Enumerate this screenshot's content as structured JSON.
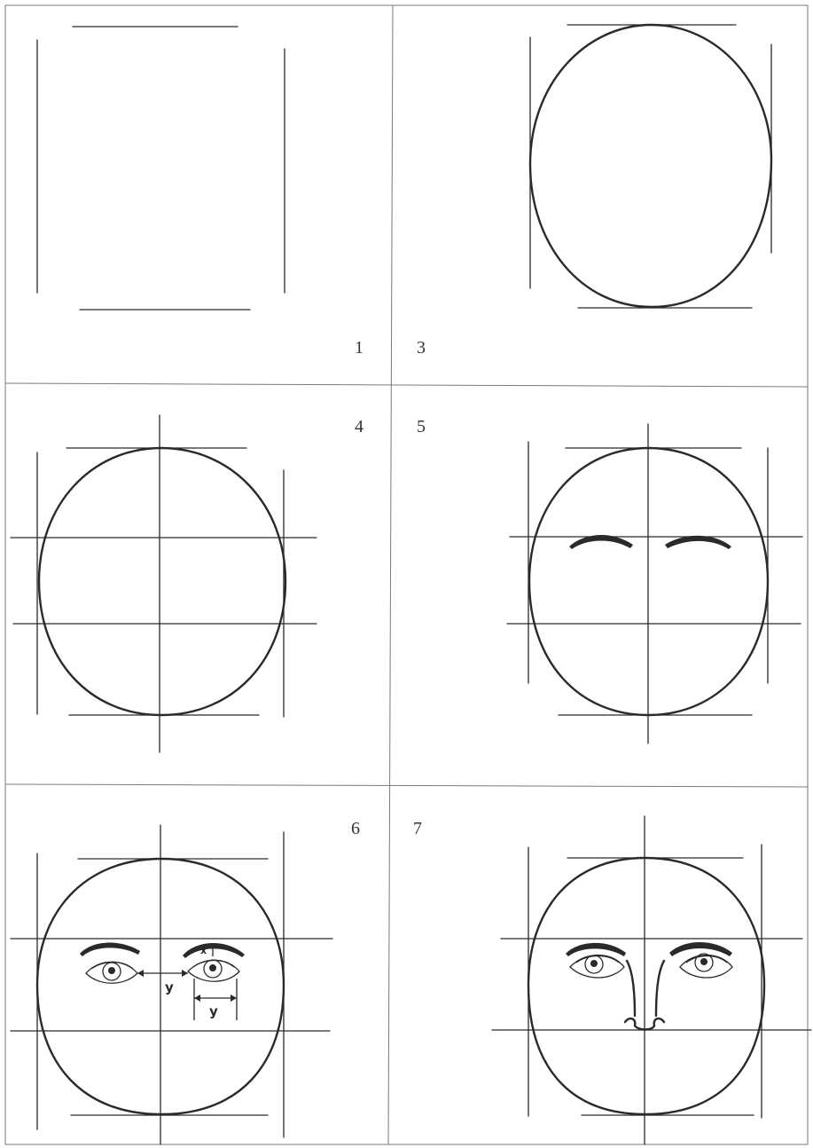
{
  "panels": [
    {
      "number": "1"
    },
    {
      "number": "3"
    },
    {
      "number": "4"
    },
    {
      "number": "5"
    },
    {
      "number": "6"
    },
    {
      "number": "7"
    }
  ],
  "measurements": {
    "eye_gap_label": "y",
    "eye_width_label": "y",
    "brow_gap_label": "x"
  },
  "colors": {
    "ink": "#2a2a2a",
    "paper": "#ffffff",
    "divider": "#7a7a7a"
  }
}
